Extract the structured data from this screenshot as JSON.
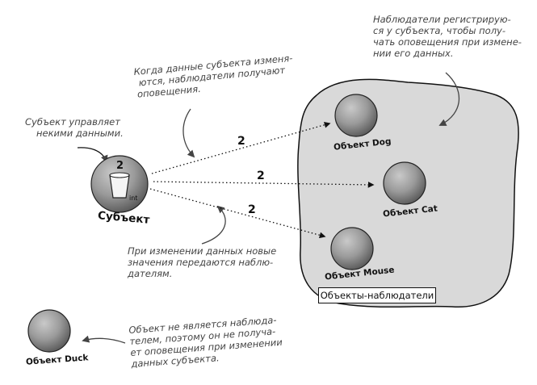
{
  "subject": {
    "label": "Субъект",
    "value": "2",
    "type_label": "int"
  },
  "observers": {
    "group_label": "Объекты-наблюдатели",
    "items": [
      {
        "label": "Объект Dog"
      },
      {
        "label": "Объект Cat"
      },
      {
        "label": "Объект Mouse"
      }
    ]
  },
  "non_observer": {
    "label": "Объект Duck"
  },
  "arrows": [
    {
      "value": "2"
    },
    {
      "value": "2"
    },
    {
      "value": "2"
    }
  ],
  "annotations": {
    "subject_manages": [
      "Субъект управляет",
      "некими данными."
    ],
    "notify": [
      "Когда данные субъекта изменя-",
      "ются, наблюдатели получают",
      "оповещения."
    ],
    "register": [
      "Наблюдатели регистрирую-",
      "ся у субъекта, чтобы полу-",
      "чать оповещения при измене-",
      "нии его данных."
    ],
    "new_values": [
      "При изменении данных новые",
      "значения передаются наблю-",
      "дателям."
    ],
    "not_observer": [
      "Объект не является наблюда-",
      "телем, поэтому он не получа-",
      "ет оповещения при изменении",
      "данных субъекта."
    ]
  }
}
